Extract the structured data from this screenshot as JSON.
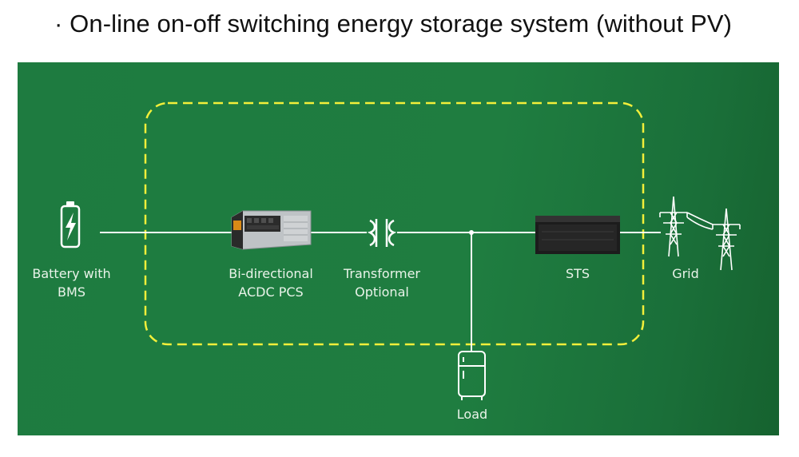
{
  "title": "· On-line on-off switching energy storage system (without PV)",
  "nodes": {
    "battery": {
      "line1": "Battery with",
      "line2": "BMS",
      "icon": "battery-charging-icon"
    },
    "pcs": {
      "line1": "Bi-directional",
      "line2": "ACDC PCS",
      "icon": "pcs-cabinet-icon"
    },
    "transformer": {
      "line1": "Transformer",
      "line2": "Optional",
      "icon": "transformer-icon"
    },
    "sts": {
      "label": "STS",
      "icon": "sts-unit-icon"
    },
    "grid": {
      "label": "Grid",
      "icon": "transmission-tower-icon"
    },
    "load": {
      "label": "Load",
      "icon": "refrigerator-icon"
    }
  },
  "colors": {
    "panel": "#1e7b40",
    "boundary": "#f2ef3a",
    "line": "#ffffff",
    "label": "#e9f3e9"
  }
}
